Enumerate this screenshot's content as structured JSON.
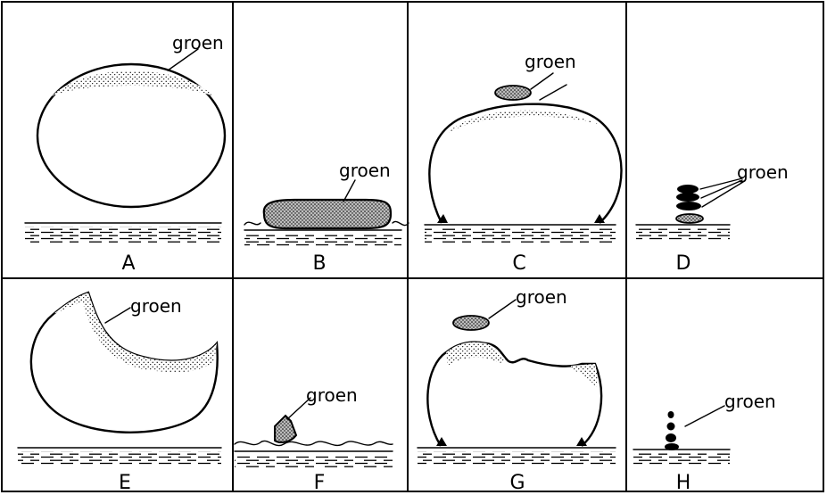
{
  "panels": [
    {
      "id": "A",
      "caption": "A",
      "label": "groen"
    },
    {
      "id": "B",
      "caption": "B",
      "label": "groen"
    },
    {
      "id": "C",
      "caption": "C",
      "label": "groen"
    },
    {
      "id": "D",
      "caption": "D",
      "label": "groen"
    },
    {
      "id": "E",
      "caption": "E",
      "label": "groen"
    },
    {
      "id": "F",
      "caption": "F",
      "label": "groen"
    },
    {
      "id": "G",
      "caption": "G",
      "label": "groen"
    },
    {
      "id": "H",
      "caption": "H",
      "label": "groen"
    }
  ],
  "colors": {
    "ink": "#000000",
    "background": "#ffffff"
  }
}
